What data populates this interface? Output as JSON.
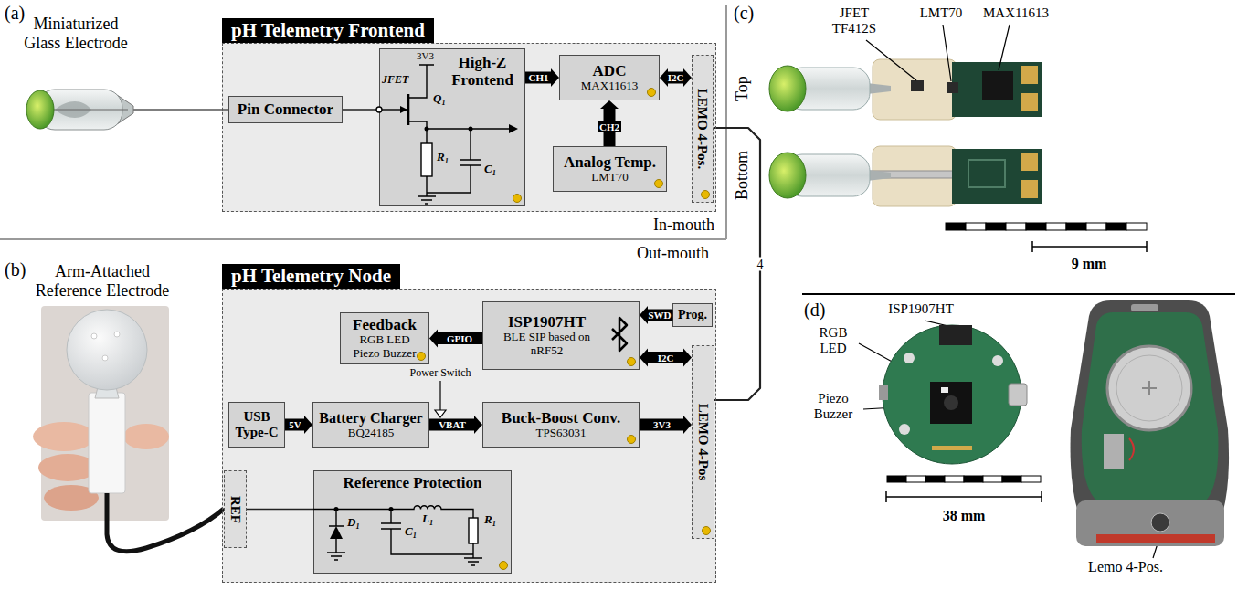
{
  "diagram": {
    "nodes": [
      {
        "text": [
          "pH Telemetry Frontend"
        ]
      },
      {
        "text": [
          "Pin Connector"
        ],
        "in": 0
      },
      {
        "text": [
          "High-Z Frontend"
        ],
        "in": 0
      },
      {
        "text": [
          "ADC",
          "MAX11613"
        ],
        "in": 0
      },
      {
        "text": [
          "Analog Temp.",
          "LMT70"
        ],
        "in": 0
      },
      {
        "text": [
          "LEMO 4-Pos."
        ],
        "in": 0
      },
      {
        "text": [
          "pH Telemetry Node"
        ]
      },
      {
        "text": [
          "Feedback",
          "RGB LED Piezo Buzzer"
        ],
        "in": 6
      },
      {
        "text": [
          "ISP1907HT",
          "BLE SIP based on nRF52"
        ],
        "in": 6
      },
      {
        "text": [
          "Prog."
        ],
        "in": 6
      },
      {
        "text": [
          "LEMO 4-Pos"
        ],
        "in": 6
      },
      {
        "text": [
          "USB Type-C"
        ],
        "in": 6
      },
      {
        "text": [
          "Battery Charger",
          "BQ24185"
        ],
        "in": 6
      },
      {
        "text": [
          "Buck-Boost Conv.",
          "TPS63031"
        ],
        "in": 6
      },
      {
        "text": [
          "REF"
        ],
        "in": 6
      },
      {
        "text": [
          "Reference Protection"
        ],
        "in": 6
      }
    ],
    "edges": [
      {
        "from": 1,
        "to": 2,
        "arrow": "none"
      },
      {
        "from": 2,
        "to": 3,
        "arrow": "to",
        "label": "CH1"
      },
      {
        "from": 4,
        "to": 3,
        "arrow": "to",
        "label": "CH2"
      },
      {
        "from": 3,
        "to": 5,
        "arrow": "both",
        "label": "I2C"
      },
      {
        "from": 5,
        "to": 10,
        "arrow": "none",
        "label": "4"
      },
      {
        "from": 9,
        "to": 8,
        "arrow": "to",
        "label": "SWD"
      },
      {
        "from": 8,
        "to": 7,
        "arrow": "to",
        "label": "GPIO"
      },
      {
        "from": 8,
        "to": 10,
        "arrow": "both",
        "label": "I2C"
      },
      {
        "from": 11,
        "to": 12,
        "arrow": "to",
        "label": "5V"
      },
      {
        "from": 12,
        "to": 13,
        "arrow": "to",
        "label": "VBAT"
      },
      {
        "from": 13,
        "to": 10,
        "arrow": "to",
        "label": "3V3"
      },
      {
        "from": 14,
        "to": 15,
        "arrow": "none"
      }
    ],
    "labels": [
      "(a)",
      "Miniaturized Glass Electrode",
      "3V3",
      "JFET",
      "Q₁",
      "R₁",
      "C₁",
      "In-mouth",
      "Out-mouth",
      "(b)",
      "Arm-Attached Reference Electrode",
      "Power Switch",
      "D₁",
      "C₁",
      "L₁",
      "R₁",
      "(c)",
      "JFET TF412S",
      "LMT70",
      "MAX11613",
      "Top",
      "Bottom",
      "9 mm",
      "(d)",
      "ISP1907HT",
      "RGB LED",
      "Piezo Buzzer",
      "38 mm",
      "Lemo 4-Pos."
    ]
  }
}
